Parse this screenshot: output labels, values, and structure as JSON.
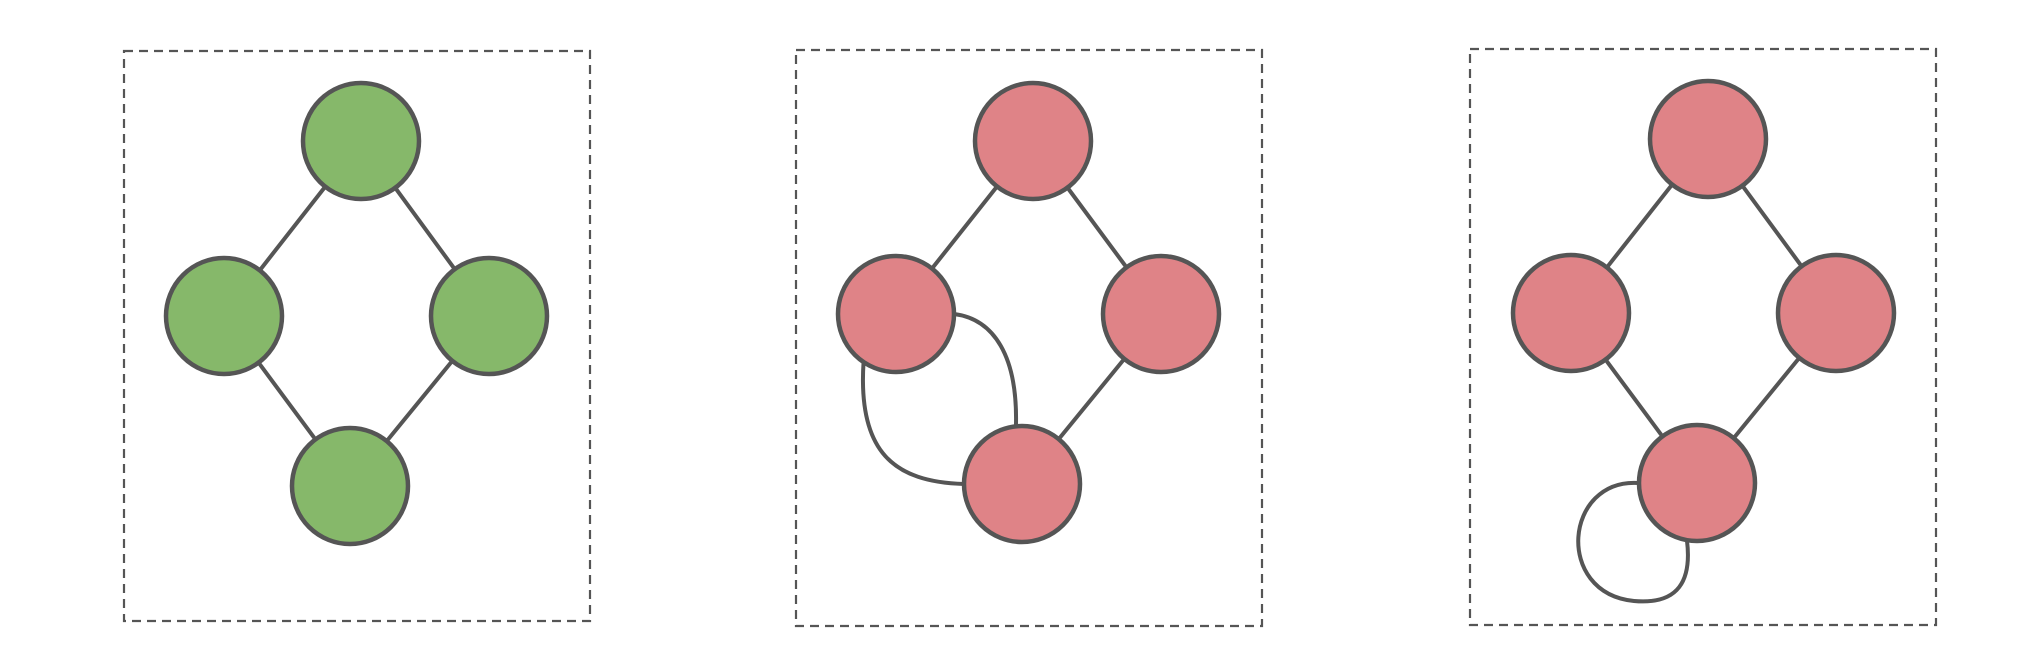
{
  "colors": {
    "valid_node_fill": "#86b86a",
    "invalid_node_fill": "#df8387",
    "stroke": "#555555"
  },
  "graphs": [
    {
      "id": "simple-graph",
      "node_fill": "valid_node_fill",
      "nodes": [
        "top",
        "left",
        "right",
        "bottom"
      ],
      "edges": [
        [
          "top",
          "left"
        ],
        [
          "top",
          "right"
        ],
        [
          "left",
          "bottom"
        ],
        [
          "right",
          "bottom"
        ]
      ]
    },
    {
      "id": "multi-edge-graph",
      "node_fill": "invalid_node_fill",
      "nodes": [
        "top",
        "left",
        "right",
        "bottom"
      ],
      "edges": [
        [
          "top",
          "left"
        ],
        [
          "top",
          "right"
        ],
        [
          "left",
          "bottom"
        ],
        [
          "left",
          "bottom"
        ],
        [
          "right",
          "bottom"
        ]
      ]
    },
    {
      "id": "self-loop-graph",
      "node_fill": "invalid_node_fill",
      "nodes": [
        "top",
        "left",
        "right",
        "bottom"
      ],
      "edges": [
        [
          "top",
          "left"
        ],
        [
          "top",
          "right"
        ],
        [
          "left",
          "bottom"
        ],
        [
          "right",
          "bottom"
        ],
        [
          "bottom",
          "bottom"
        ]
      ]
    }
  ]
}
